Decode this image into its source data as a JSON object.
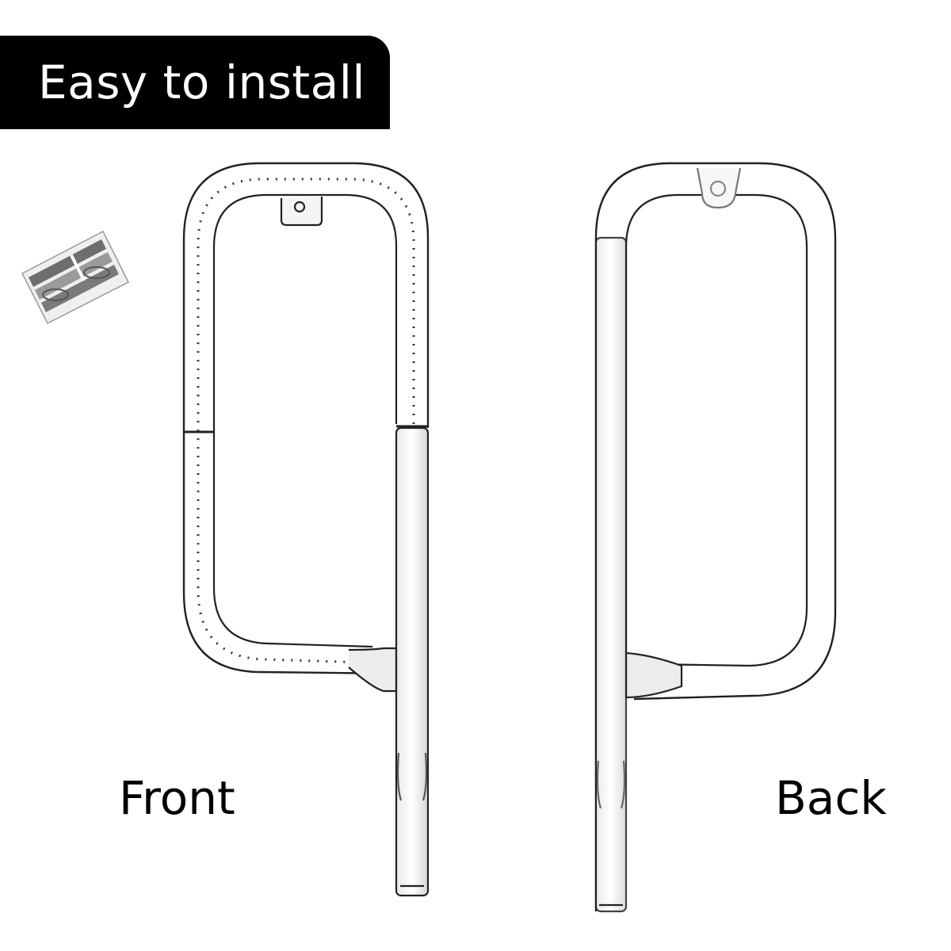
{
  "banner": {
    "title": "Easy to install"
  },
  "views": {
    "front_label": "Front",
    "back_label": "Back"
  },
  "colors": {
    "banner_bg": "#000000",
    "banner_text": "#ffffff",
    "outline": "#222222",
    "metal_shade": "#d9d9d9"
  },
  "icons": {
    "thumbnail": "heat-plate-thumbnail-icon"
  }
}
